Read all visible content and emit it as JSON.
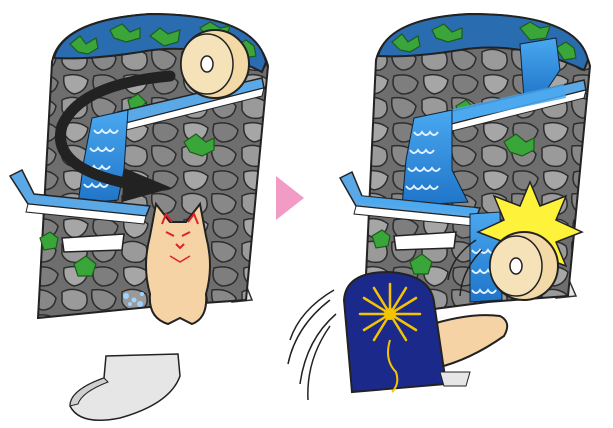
{
  "illustration": {
    "left_panel": {
      "objects": [
        "rock-backdrop",
        "waterfall",
        "chute",
        "tape-roll",
        "fox-figure",
        "fan-blade"
      ],
      "arrow_icon": "curved-arrow-icon"
    },
    "transition_icon": "pink-triangle-arrow-icon",
    "right_panel": {
      "objects": [
        "rock-backdrop",
        "waterfall",
        "chute",
        "tape-roll",
        "burst",
        "fan-card",
        "fox-figure-fallen",
        "motion-lines"
      ]
    }
  },
  "colors": {
    "rock_dark": "#4a4a4a",
    "rock_mid": "#7d7d7d",
    "rock_light": "#a3a3a3",
    "sky": "#1f5f9e",
    "leaf": "#3aa63a",
    "leaf_dark": "#1e7a2a",
    "water": "#2f8fe0",
    "water_light": "#9fd3ff",
    "chute": "#5aa8e6",
    "tape": "#f2d9a6",
    "fox": "#f5d3a5",
    "fox_mark": "#e0202a",
    "pink_arrow": "#f29bc4",
    "burst": "#fff23a",
    "fan_blue": "#1b2a8a",
    "firework": "#f5c400",
    "arrow": "#222222"
  }
}
